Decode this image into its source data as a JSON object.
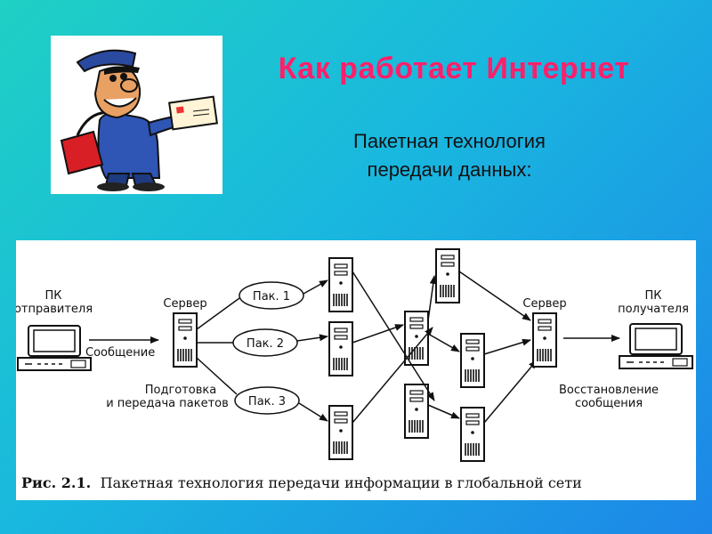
{
  "title": "Как работает Интернет",
  "subtitle": [
    "Пакетная технология",
    "передачи данных:"
  ],
  "diagram": {
    "sender_pc": [
      "ПК",
      "отправителя"
    ],
    "server_left": "Сервер",
    "message": "Сообщение",
    "prep": [
      "Подготовка",
      "и передача пакетов"
    ],
    "packets": [
      "Пак. 1",
      "Пак. 2",
      "Пак. 3"
    ],
    "server_right": "Сервер",
    "receiver_pc": [
      "ПК",
      "получателя"
    ],
    "restore": [
      "Восстановление",
      "сообщения"
    ],
    "caption_bold": "Рис. 2.1.",
    "caption_text": "Пакетная технология передачи информации в  глобальной сети"
  },
  "colors": {
    "title": "#ff1f6a",
    "background_top": "#1fd0c4",
    "background_bottom": "#1d86e8"
  },
  "icons": [
    "postman-clipart",
    "computer-icon",
    "server-icon"
  ]
}
